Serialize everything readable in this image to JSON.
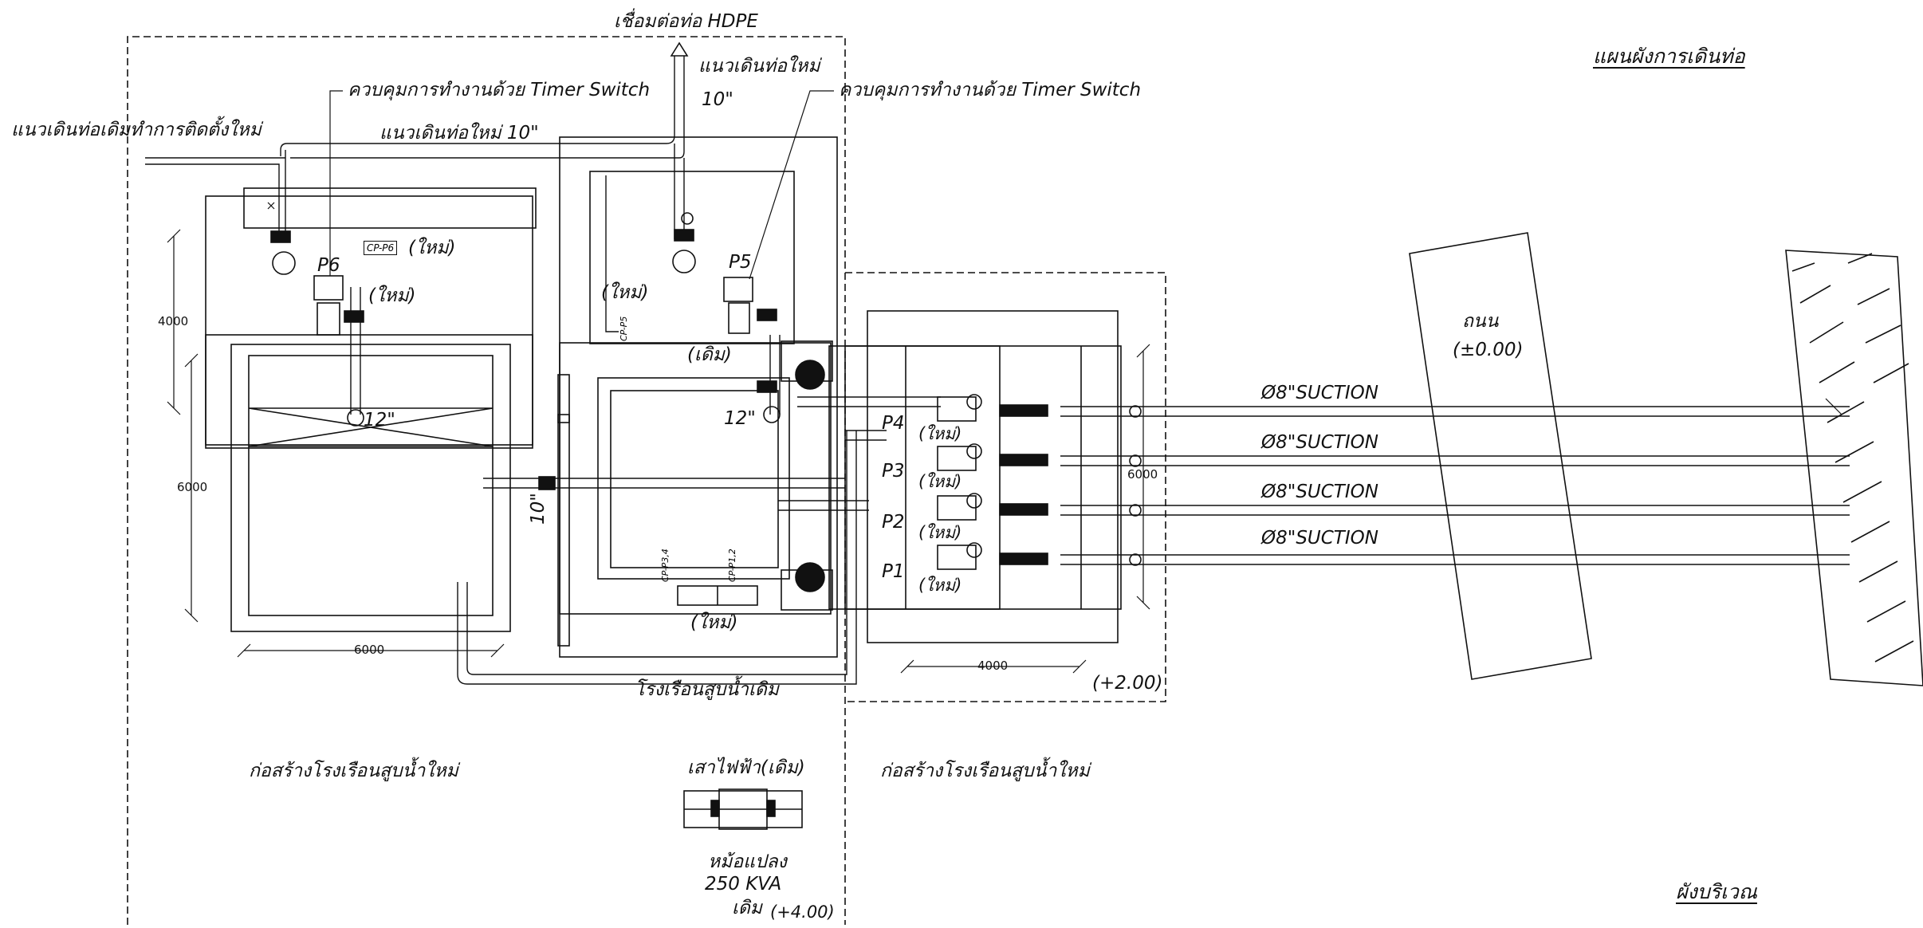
{
  "labels": {
    "hdpe_connection": "เชื่อมต่อท่อ HDPE",
    "plan_title": "แผนผังการเดินท่อ",
    "site_title": "ผังบริเวณ",
    "new_pipe_route": "แนวเดินท่อใหม่",
    "size_10": "10\"",
    "timer_left": "ควบคุมการทำงานด้วย Timer Switch",
    "timer_right": "ควบคุมการทำงานด้วย Timer Switch",
    "existing_route_new_install": "แนวเดินท่อเดิมทำการติดตั้งใหม่",
    "new_route_10": "แนวเดินท่อใหม่ 10\"",
    "p6": "P6",
    "p5": "P5",
    "new_1": "(ใหม่)",
    "new_2": "(ใหม่)",
    "new_3": "(ใหม่)",
    "new_4": "(ใหม่)",
    "existing_1": "(เดิม)",
    "size_12_left": "12\"",
    "size_12_mid": "12\"",
    "size_10_vert": "10\"",
    "cp_p6": "CP-P6",
    "cp_p5": "CP-P5",
    "cp_p34": "CP-P3,4",
    "cp_p12": "CP-P1,2",
    "p4": "P4",
    "p3": "P3",
    "p2": "P2",
    "p1": "P1",
    "new_p4": "(ใหม่)",
    "new_p3": "(ใหม่)",
    "new_p2": "(ใหม่)",
    "new_p1": "(ใหม่)",
    "suction_1": "Ø8\"SUCTION",
    "suction_2": "Ø8\"SUCTION",
    "suction_3": "Ø8\"SUCTION",
    "suction_4": "Ø8\"SUCTION",
    "road": "ถนน",
    "road_level": "(±0.00)",
    "dim_4000_left": "4000",
    "dim_6000_left": "6000",
    "dim_6000_bottom": "6000",
    "dim_6000_right": "6000",
    "dim_4000_bottom": "4000",
    "level_200": "(+2.00)",
    "existing_pump_house": "โรงเรือนสูบน้ำเดิม",
    "build_new_left": "ก่อสร้างโรงเรือนสูบน้ำใหม่",
    "build_new_right": "ก่อสร้างโรงเรือนสูบน้ำใหม่",
    "pole_existing": "เสาไฟฟ้า(เดิม)",
    "transformer": "หม้อแปลง",
    "kva": "250 KVA",
    "existing_2": "เดิม",
    "level_400": "(+4.00)"
  }
}
